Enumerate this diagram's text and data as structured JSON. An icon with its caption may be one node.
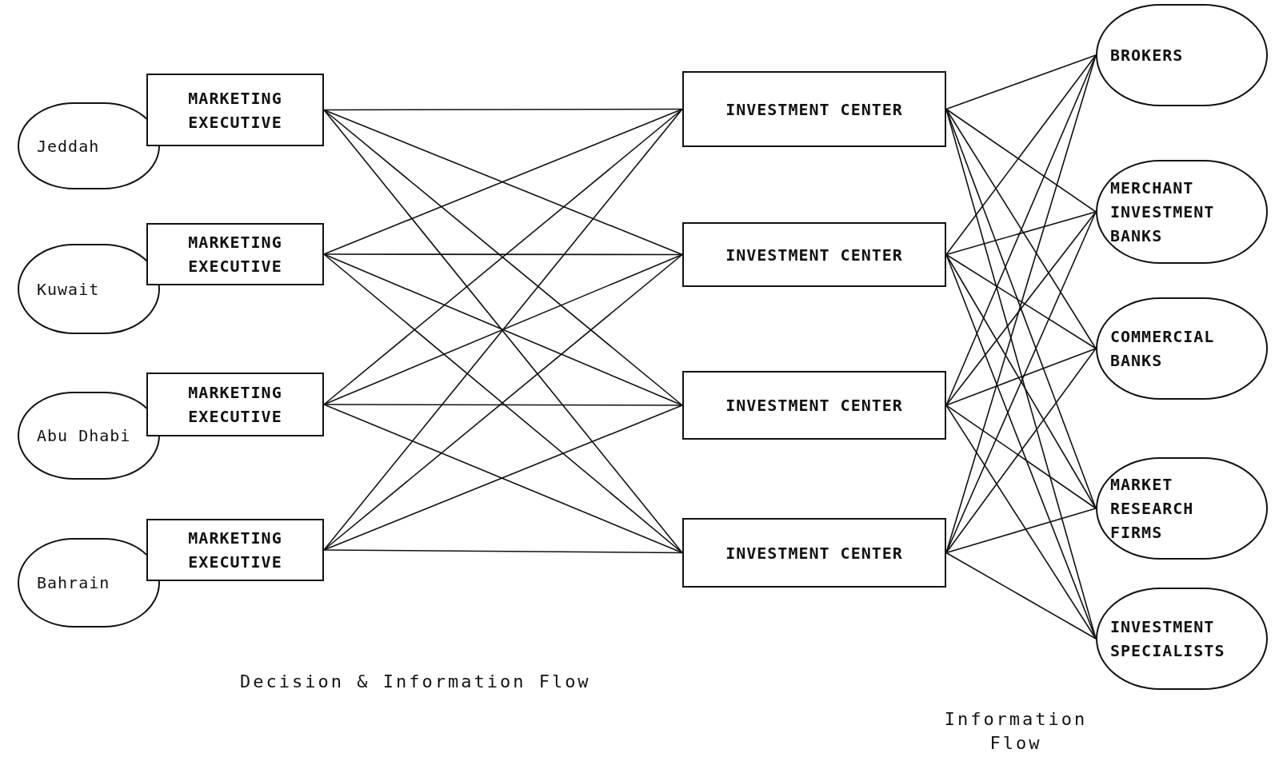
{
  "diagram": {
    "nodes": [
      {
        "text": [
          "Jeddah"
        ]
      },
      {
        "text": [
          "MARKETING EXECUTIVE"
        ]
      },
      {
        "text": [
          "Kuwait"
        ]
      },
      {
        "text": [
          "MARKETING EXECUTIVE"
        ]
      },
      {
        "text": [
          "Abu Dhabi"
        ]
      },
      {
        "text": [
          "MARKETING EXECUTIVE"
        ]
      },
      {
        "text": [
          "Bahrain"
        ]
      },
      {
        "text": [
          "MARKETING EXECUTIVE"
        ]
      },
      {
        "text": [
          "INVESTMENT CENTER"
        ]
      },
      {
        "text": [
          "INVESTMENT CENTER"
        ]
      },
      {
        "text": [
          "INVESTMENT CENTER"
        ]
      },
      {
        "text": [
          "INVESTMENT CENTER"
        ]
      },
      {
        "text": [
          "BROKERS"
        ]
      },
      {
        "text": [
          "MERCHANT INVESTMENT BANKS"
        ]
      },
      {
        "text": [
          "COMMERCIAL BANKS"
        ]
      },
      {
        "text": [
          "MARKET RESEARCH FIRMS"
        ]
      },
      {
        "text": [
          "INVESTMENT SPECIALISTS"
        ]
      }
    ],
    "edges": [
      {
        "from": 1,
        "to": 8,
        "arrow": "none"
      },
      {
        "from": 1,
        "to": 9,
        "arrow": "none"
      },
      {
        "from": 1,
        "to": 10,
        "arrow": "none"
      },
      {
        "from": 1,
        "to": 11,
        "arrow": "none"
      },
      {
        "from": 3,
        "to": 8,
        "arrow": "none"
      },
      {
        "from": 3,
        "to": 9,
        "arrow": "none"
      },
      {
        "from": 3,
        "to": 10,
        "arrow": "none"
      },
      {
        "from": 3,
        "to": 11,
        "arrow": "none"
      },
      {
        "from": 5,
        "to": 8,
        "arrow": "none"
      },
      {
        "from": 5,
        "to": 9,
        "arrow": "none"
      },
      {
        "from": 5,
        "to": 10,
        "arrow": "none"
      },
      {
        "from": 5,
        "to": 11,
        "arrow": "none"
      },
      {
        "from": 7,
        "to": 8,
        "arrow": "none"
      },
      {
        "from": 7,
        "to": 9,
        "arrow": "none"
      },
      {
        "from": 7,
        "to": 10,
        "arrow": "none"
      },
      {
        "from": 7,
        "to": 11,
        "arrow": "none"
      },
      {
        "from": 8,
        "to": 12,
        "arrow": "none"
      },
      {
        "from": 8,
        "to": 13,
        "arrow": "none"
      },
      {
        "from": 8,
        "to": 14,
        "arrow": "none"
      },
      {
        "from": 8,
        "to": 15,
        "arrow": "none"
      },
      {
        "from": 8,
        "to": 16,
        "arrow": "none"
      },
      {
        "from": 9,
        "to": 12,
        "arrow": "none"
      },
      {
        "from": 9,
        "to": 13,
        "arrow": "none"
      },
      {
        "from": 9,
        "to": 14,
        "arrow": "none"
      },
      {
        "from": 9,
        "to": 15,
        "arrow": "none"
      },
      {
        "from": 9,
        "to": 16,
        "arrow": "none"
      },
      {
        "from": 10,
        "to": 12,
        "arrow": "none"
      },
      {
        "from": 10,
        "to": 13,
        "arrow": "none"
      },
      {
        "from": 10,
        "to": 14,
        "arrow": "none"
      },
      {
        "from": 10,
        "to": 15,
        "arrow": "none"
      },
      {
        "from": 10,
        "to": 16,
        "arrow": "none"
      },
      {
        "from": 11,
        "to": 12,
        "arrow": "none"
      },
      {
        "from": 11,
        "to": 13,
        "arrow": "none"
      },
      {
        "from": 11,
        "to": 14,
        "arrow": "none"
      },
      {
        "from": 11,
        "to": 15,
        "arrow": "none"
      },
      {
        "from": 11,
        "to": 16,
        "arrow": "none"
      }
    ],
    "labels": [
      "Decision & Information Flow",
      "Information Flow"
    ]
  }
}
